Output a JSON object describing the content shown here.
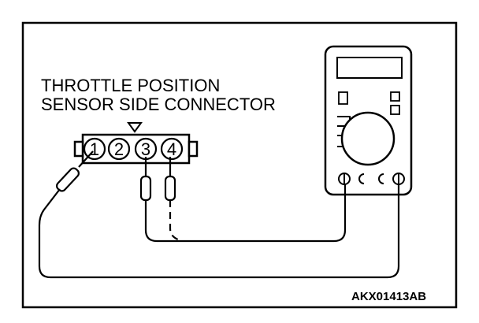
{
  "label": {
    "line1": "THROTTLE POSITION",
    "line2": "SENSOR SIDE CONNECTOR"
  },
  "connector": {
    "pins": [
      "1",
      "2",
      "3",
      "4"
    ]
  },
  "figure_code": "AKX01413AB"
}
